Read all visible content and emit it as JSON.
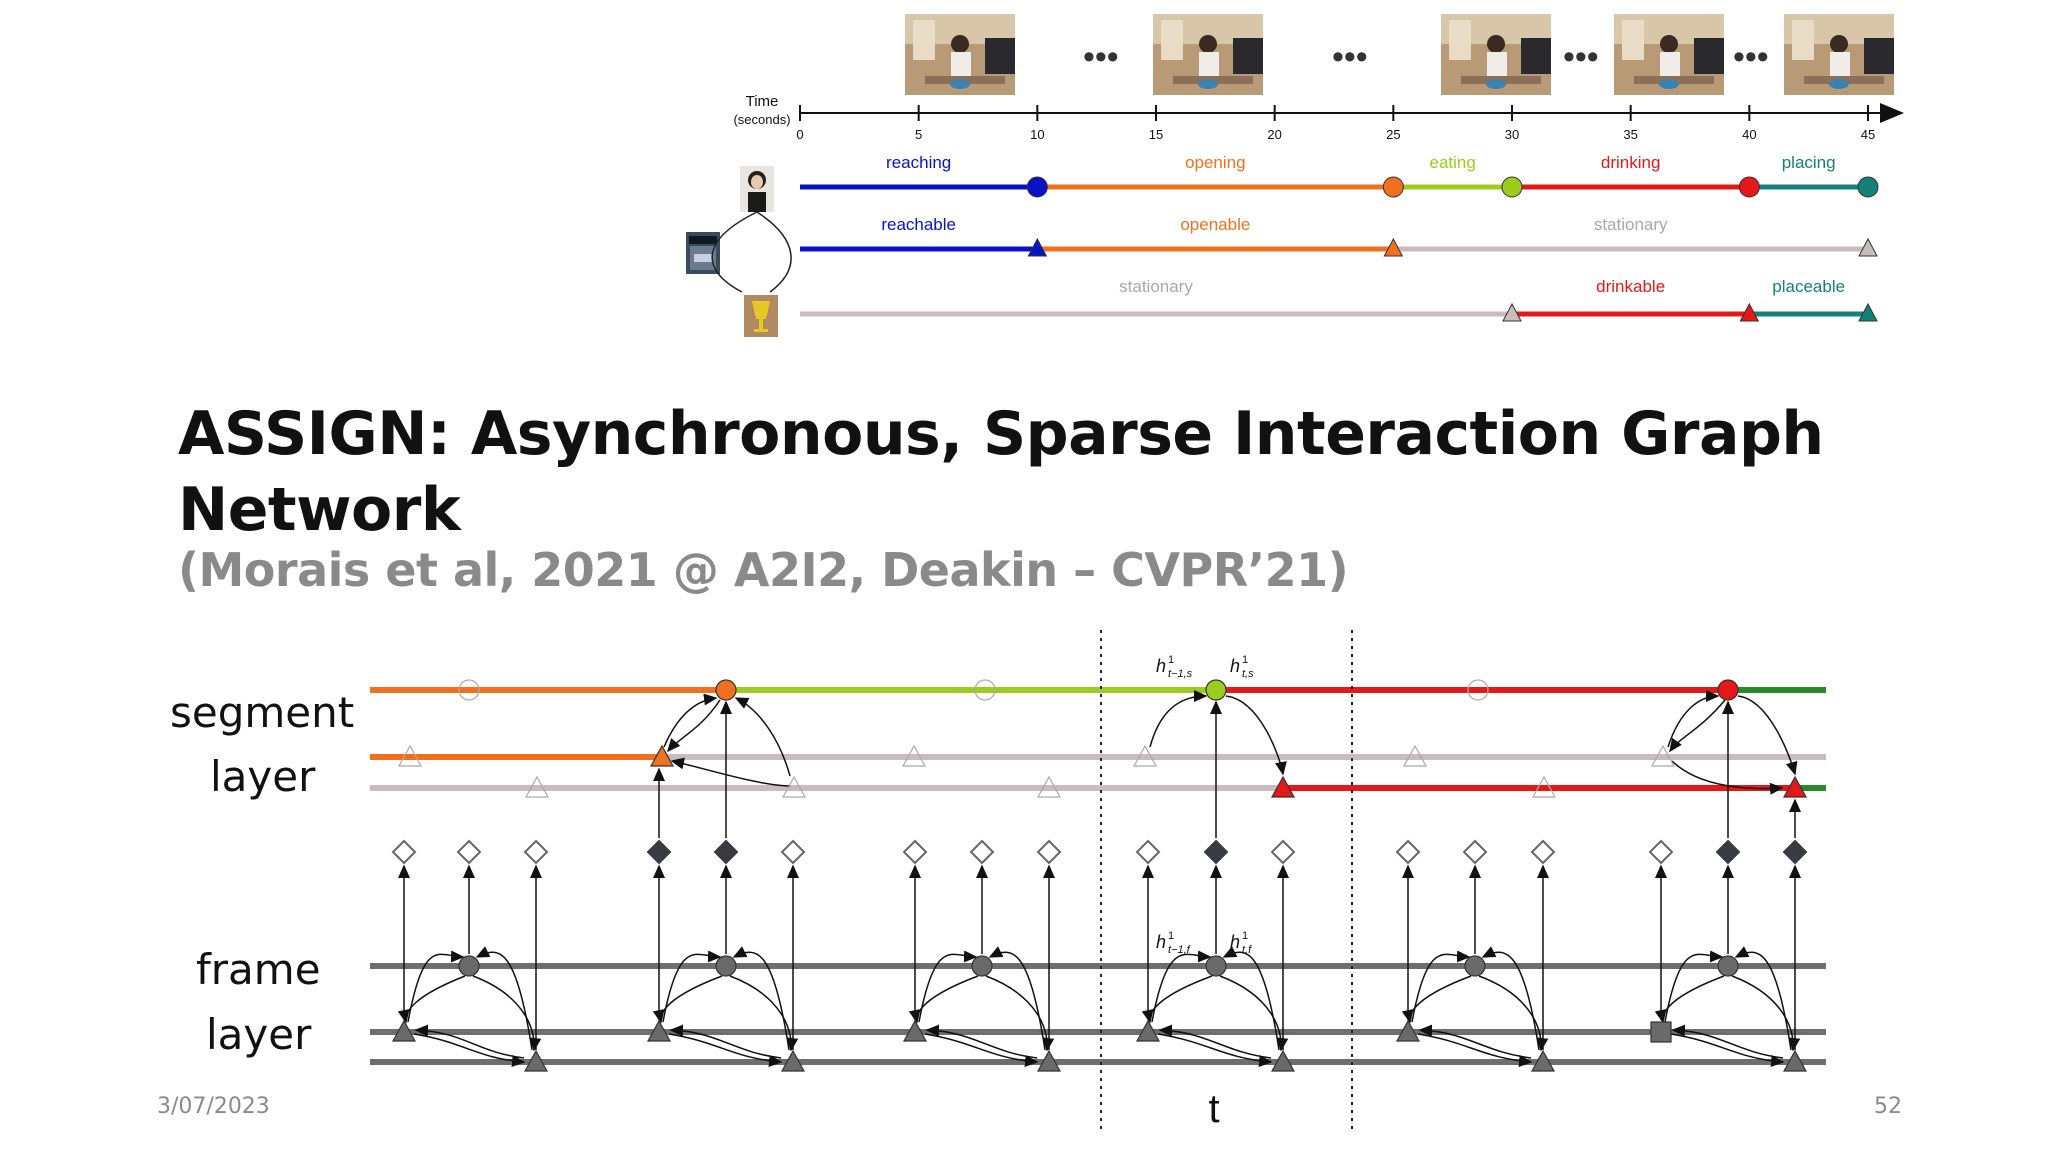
{
  "title": "ASSIGN: Asynchronous, Sparse Interaction Graph Network",
  "subtitle": "(Morais et al, 2021 @ A2I2, Deakin – CVPR’21)",
  "footer": {
    "date": "3/07/2023",
    "page": "52"
  },
  "timeline": {
    "axis_label_line1": "Time",
    "axis_label_line2": "(seconds)",
    "ticks": [
      "0",
      "5",
      "10",
      "15",
      "20",
      "25",
      "30",
      "35",
      "40",
      "45"
    ],
    "ellipsis": "•••",
    "human_row": {
      "entity_icon": "person-icon",
      "segments": [
        {
          "label": "reaching",
          "start": 0,
          "end": 10,
          "color": "#0a12c8"
        },
        {
          "label": "opening",
          "start": 10,
          "end": 25,
          "color": "#f07020"
        },
        {
          "label": "eating",
          "start": 25,
          "end": 30,
          "color": "#9ccc1c"
        },
        {
          "label": "drinking",
          "start": 30,
          "end": 40,
          "color": "#e41818"
        },
        {
          "label": "placing",
          "start": 40,
          "end": 45,
          "color": "#148078"
        }
      ]
    },
    "object1_row": {
      "entity_icon": "jar-icon",
      "segments": [
        {
          "label": "reachable",
          "start": 0,
          "end": 10,
          "color": "#0a12c8"
        },
        {
          "label": "openable",
          "start": 10,
          "end": 25,
          "color": "#f07020"
        },
        {
          "label": "stationary",
          "start": 25,
          "end": 45,
          "color": "#c8bcbc"
        }
      ]
    },
    "object2_row": {
      "entity_icon": "cup-icon",
      "segments": [
        {
          "label": "stationary",
          "start": 0,
          "end": 30,
          "color": "#c8bcbc"
        },
        {
          "label": "drinkable",
          "start": 30,
          "end": 40,
          "color": "#e41818"
        },
        {
          "label": "placeable",
          "start": 40,
          "end": 45,
          "color": "#148078"
        }
      ]
    }
  },
  "graph": {
    "segment_layer_label_line1": "segment",
    "segment_layer_label_line2": "layer",
    "frame_layer_label_line1": "frame",
    "frame_layer_label_line2": "layer",
    "time_marker": "t",
    "h_prev_s": "h",
    "h_cur_s": "h",
    "h_prev_f": "h",
    "h_cur_f": "h",
    "h_superscript": "1",
    "sub_prev_s": "t−1,s",
    "sub_cur_s": "t,s",
    "sub_prev_f": "t−1,f",
    "sub_cur_f": "t,f",
    "colors": {
      "orange": "#f07020",
      "lime": "#9ccc1c",
      "red": "#e41818",
      "dark_green": "#2a8a2a",
      "gray_track": "#c8bcbc",
      "frame_line": "#6e6e6e",
      "frame_node": "#6a6a6a",
      "diamond_filled": "#3a3a42"
    }
  }
}
